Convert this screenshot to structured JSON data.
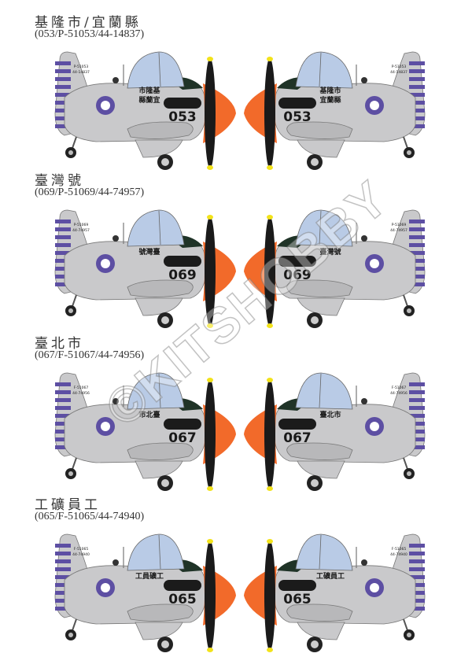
{
  "schemes": [
    {
      "title": "基隆市/宜蘭縣",
      "serial": "(053/P-51053/44-14837)",
      "number": "053",
      "calligraphy_left": [
        "市隆基",
        "縣蘭宜"
      ],
      "calligraphy_right": [
        "基隆市",
        "宜蘭縣"
      ],
      "tail_text": [
        "P-51053",
        "44-14837"
      ]
    },
    {
      "title": "臺灣號",
      "serial": "(069/P-51069/44-74957)",
      "number": "069",
      "calligraphy_left": [
        "號灣臺"
      ],
      "calligraphy_right": [
        "臺灣號"
      ],
      "tail_text": [
        "P-51069",
        "44-74957"
      ]
    },
    {
      "title": "臺北市",
      "serial": "(067/F-51067/44-74956)",
      "number": "067",
      "calligraphy_left": [
        "市北臺"
      ],
      "calligraphy_right": [
        "臺北市"
      ],
      "tail_text": [
        "F-51067",
        "44-74956"
      ]
    },
    {
      "title": "工礦員工",
      "serial": "(065/F-51065/44-74940)",
      "number": "065",
      "calligraphy_left": [
        "工員礦工"
      ],
      "calligraphy_right": [
        "工礦員工"
      ],
      "tail_text": [
        "F-51065",
        "44-74940"
      ]
    }
  ],
  "watermark": "©KITSHOBBY",
  "colors": {
    "fuselage": "#c9c9cb",
    "canopy": "#b9cbe6",
    "nose": "#f26a2a",
    "stripe": "#5d4fa3",
    "antiglare": "#1f3327",
    "prop": "#1a1a1a",
    "tip": "#f2e21a"
  }
}
